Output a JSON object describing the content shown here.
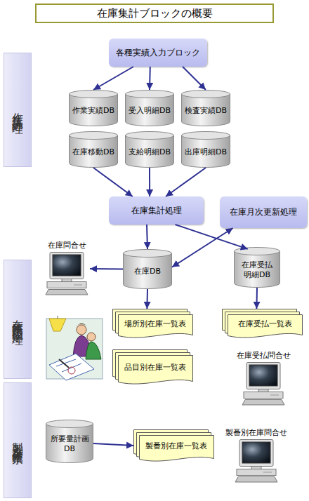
{
  "diagram": {
    "title": "在庫集計ブロックの概要",
    "nodes": [
      {
        "text": [
          "作業集計処理"
        ]
      },
      {
        "text": [
          "各種実績入力ブロック"
        ]
      },
      {
        "text": [
          "作業実績DB"
        ]
      },
      {
        "text": [
          "受入明細DB"
        ]
      },
      {
        "text": [
          "検査実績DB"
        ]
      },
      {
        "text": [
          "在庫移動DB"
        ]
      },
      {
        "text": [
          "支給明細DB"
        ]
      },
      {
        "text": [
          "出庫明細DB"
        ]
      },
      {
        "text": [
          "在庫集計処理"
        ]
      },
      {
        "text": [
          "在庫月次更新処理"
        ]
      },
      {
        "text": [
          "在庫問合せ"
        ]
      },
      {
        "text": [
          "在庫DB"
        ]
      },
      {
        "text": [
          "在庫受払 明細DB"
        ]
      },
      {
        "text": [
          "在庫帳票印字処理"
        ]
      },
      {
        "text": [
          "場所別在庫一覧表"
        ]
      },
      {
        "text": [
          "在庫受払一覧表"
        ]
      },
      {
        "text": [
          "品目別在庫一覧表"
        ]
      },
      {
        "text": [
          "在庫受払問合せ"
        ]
      },
      {
        "text": [
          "製番別在庫帳票"
        ]
      },
      {
        "text": [
          "所要量計画 DB"
        ]
      },
      {
        "text": [
          "製番別在庫一覧表"
        ]
      },
      {
        "text": [
          "製番別在庫問合せ"
        ]
      }
    ],
    "edges": [
      {
        "from": 1,
        "to": 2,
        "arrow": "to"
      },
      {
        "from": 1,
        "to": 3,
        "arrow": "to"
      },
      {
        "from": 1,
        "to": 4,
        "arrow": "to"
      },
      {
        "from": 5,
        "to": 8,
        "arrow": "to"
      },
      {
        "from": 6,
        "to": 8,
        "arrow": "to"
      },
      {
        "from": 7,
        "to": 8,
        "arrow": "to"
      },
      {
        "from": 8,
        "to": 11,
        "arrow": "to"
      },
      {
        "from": 8,
        "to": 12,
        "arrow": "to"
      },
      {
        "from": 9,
        "to": 11,
        "arrow": "both"
      },
      {
        "from": 11,
        "to": 10,
        "arrow": "to"
      },
      {
        "from": 11,
        "to": 14,
        "arrow": "to"
      },
      {
        "from": 12,
        "to": 15,
        "arrow": "to"
      },
      {
        "from": 19,
        "to": 20,
        "arrow": "to"
      }
    ]
  }
}
